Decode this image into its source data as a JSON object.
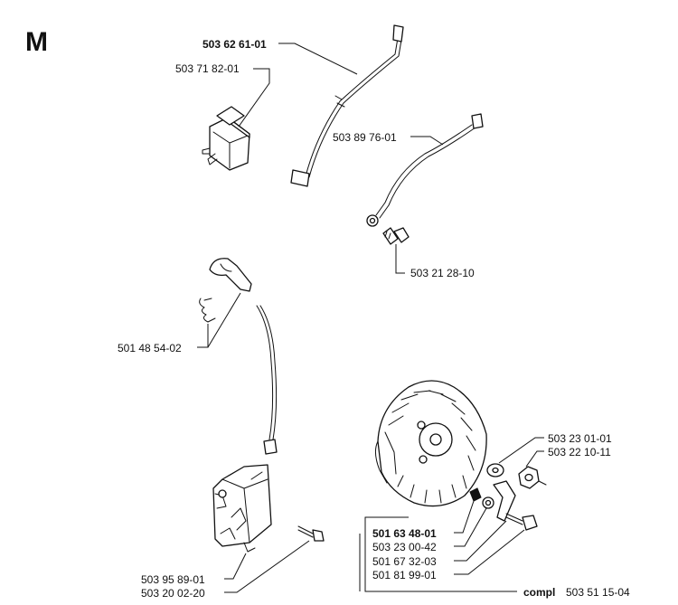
{
  "section_letter": "M",
  "parts": {
    "p1": "503 62 61-01",
    "p2": "503 71 82-01",
    "p3": "503 89 76-01",
    "p4": "503 21 28-10",
    "p5": "501 48 54-02",
    "p6": "503 23 01-01",
    "p7": "503 22 10-11",
    "p8": "501 63 48-01",
    "p9": "503 23 00-42",
    "p10": "501 67 32-03",
    "p11": "501 81 99-01",
    "p12": "503 95 89-01",
    "p13": "503 20 02-20",
    "compl_prefix": "compl",
    "compl_number": "503 51 15-04"
  }
}
